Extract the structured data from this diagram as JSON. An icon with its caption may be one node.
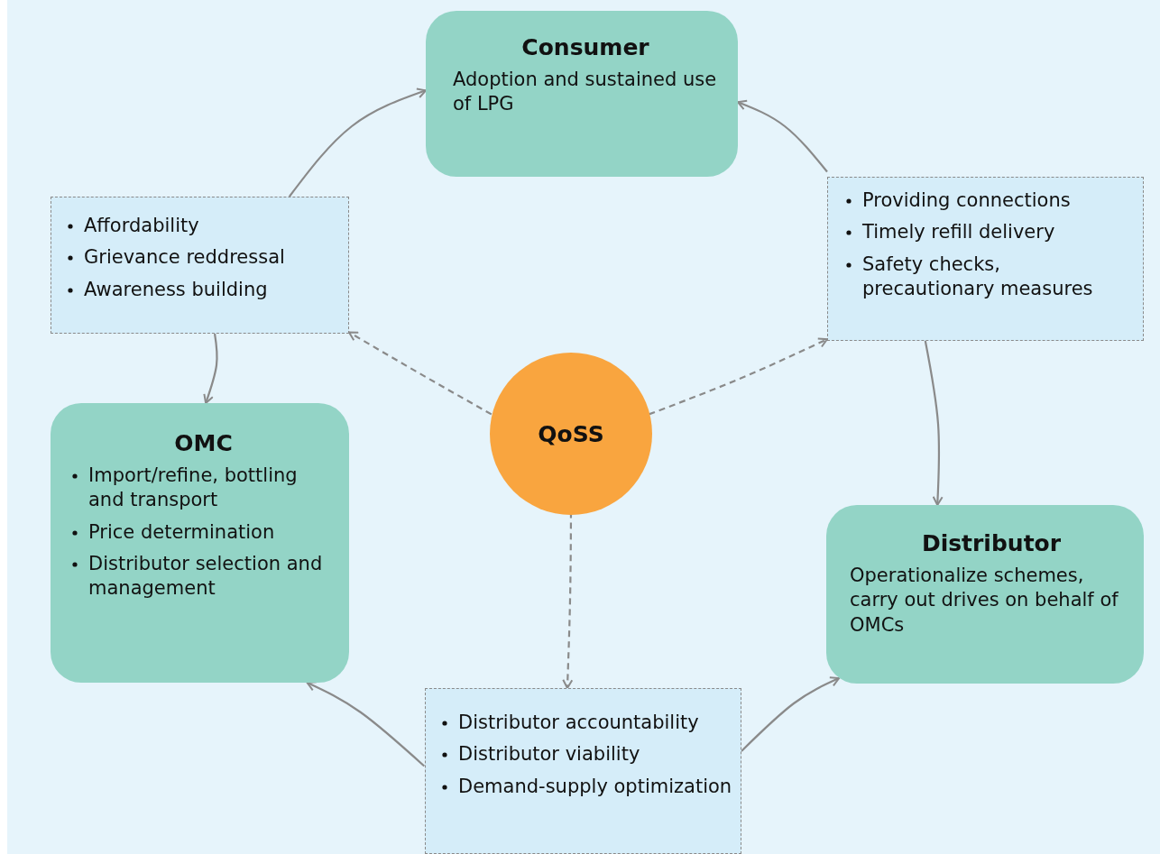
{
  "diagram": {
    "nodes": [
      {
        "text": [
          "Consumer",
          "Adoption and sustained use of LPG"
        ]
      },
      {
        "text": [
          "Affordability",
          "Grievance reddressal",
          "Awareness building"
        ]
      },
      {
        "text": [
          "Providing connections",
          "Timely refill delivery",
          "Safety checks, precautionary measures"
        ]
      },
      {
        "text": [
          "QoSS"
        ]
      },
      {
        "text": [
          "OMC",
          "Import/refine, bottling and transport",
          "Price determination",
          "Distributor selection and management"
        ]
      },
      {
        "text": [
          "Distributor",
          "Operationalize schemes, carry out drives on behalf of OMCs"
        ]
      },
      {
        "text": [
          "Distributor accountability",
          "Distributor viability",
          "Demand-supply optimization"
        ]
      }
    ],
    "edges": [
      {
        "from": 1,
        "to": 0,
        "arrow": "to"
      },
      {
        "from": 1,
        "to": 4,
        "arrow": "to"
      },
      {
        "from": 2,
        "to": 0,
        "arrow": "to"
      },
      {
        "from": 2,
        "to": 5,
        "arrow": "to"
      },
      {
        "from": 6,
        "to": 4,
        "arrow": "to"
      },
      {
        "from": 6,
        "to": 5,
        "arrow": "to"
      },
      {
        "from": 3,
        "to": 1,
        "arrow": "to",
        "style": "dashed"
      },
      {
        "from": 3,
        "to": 2,
        "arrow": "to",
        "style": "dashed"
      },
      {
        "from": 3,
        "to": 6,
        "arrow": "to",
        "style": "dashed"
      }
    ]
  }
}
